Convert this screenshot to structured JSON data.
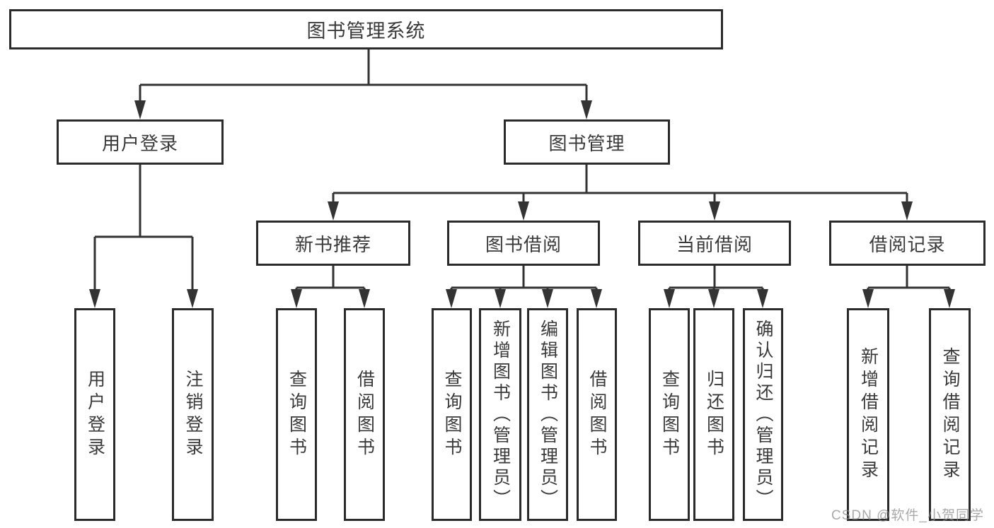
{
  "tree": {
    "label": "图书管理系统",
    "children": [
      {
        "label": "用户登录",
        "children": [
          {
            "label": "用户登录"
          },
          {
            "label": "注销登录"
          }
        ]
      },
      {
        "label": "图书管理",
        "children": [
          {
            "label": "新书推荐",
            "children": [
              {
                "label": "查询图书"
              },
              {
                "label": "借阅图书"
              }
            ]
          },
          {
            "label": "图书借阅",
            "children": [
              {
                "label": "查询图书"
              },
              {
                "label": "新增图书（管理员）"
              },
              {
                "label": "编辑图书（管理员）"
              },
              {
                "label": "借阅图书"
              }
            ]
          },
          {
            "label": "当前借阅",
            "children": [
              {
                "label": "查询图书"
              },
              {
                "label": "归还图书"
              },
              {
                "label": "确认归还（管理员）"
              }
            ]
          },
          {
            "label": "借阅记录",
            "children": [
              {
                "label": "新增借阅记录"
              },
              {
                "label": "查询借阅记录"
              }
            ]
          }
        ]
      }
    ]
  },
  "watermark": {
    "text": "CSDN @软件_小贺同学"
  },
  "colors": {
    "line": "#333333",
    "border": "#2b2b2b",
    "text": "#3a3a3a",
    "background": "#ffffff",
    "watermark": "#8c8c8c"
  }
}
